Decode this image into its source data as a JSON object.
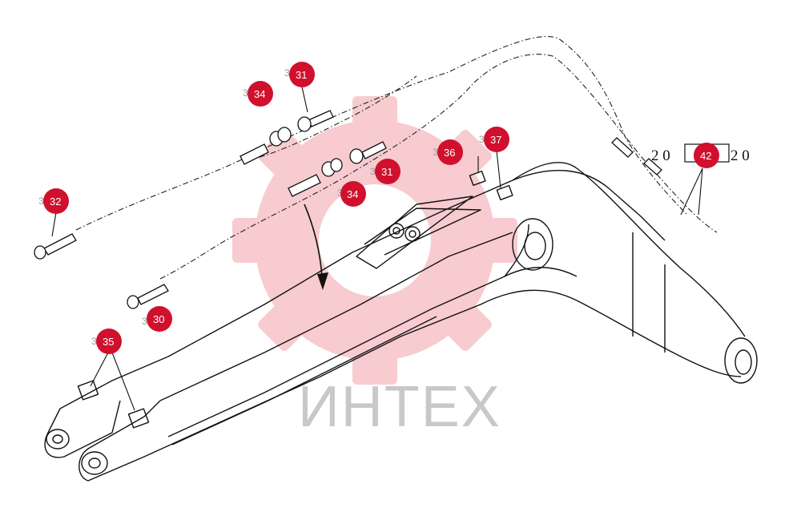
{
  "watermark": {
    "text": "ИНТЕХ",
    "color": "#f3b9bd"
  },
  "callouts": {
    "c30": "30",
    "c31a": "31",
    "c31b": "31",
    "c32": "32",
    "c34a": "34",
    "c34b": "34",
    "c35": "35",
    "c36": "36",
    "c37": "37",
    "c42": "42"
  },
  "ref_code": {
    "pre": "2 0",
    "box_left": "0",
    "box_right": "",
    "post": "2 0"
  },
  "colors": {
    "callout": "#d0102d",
    "line": "#111111"
  }
}
